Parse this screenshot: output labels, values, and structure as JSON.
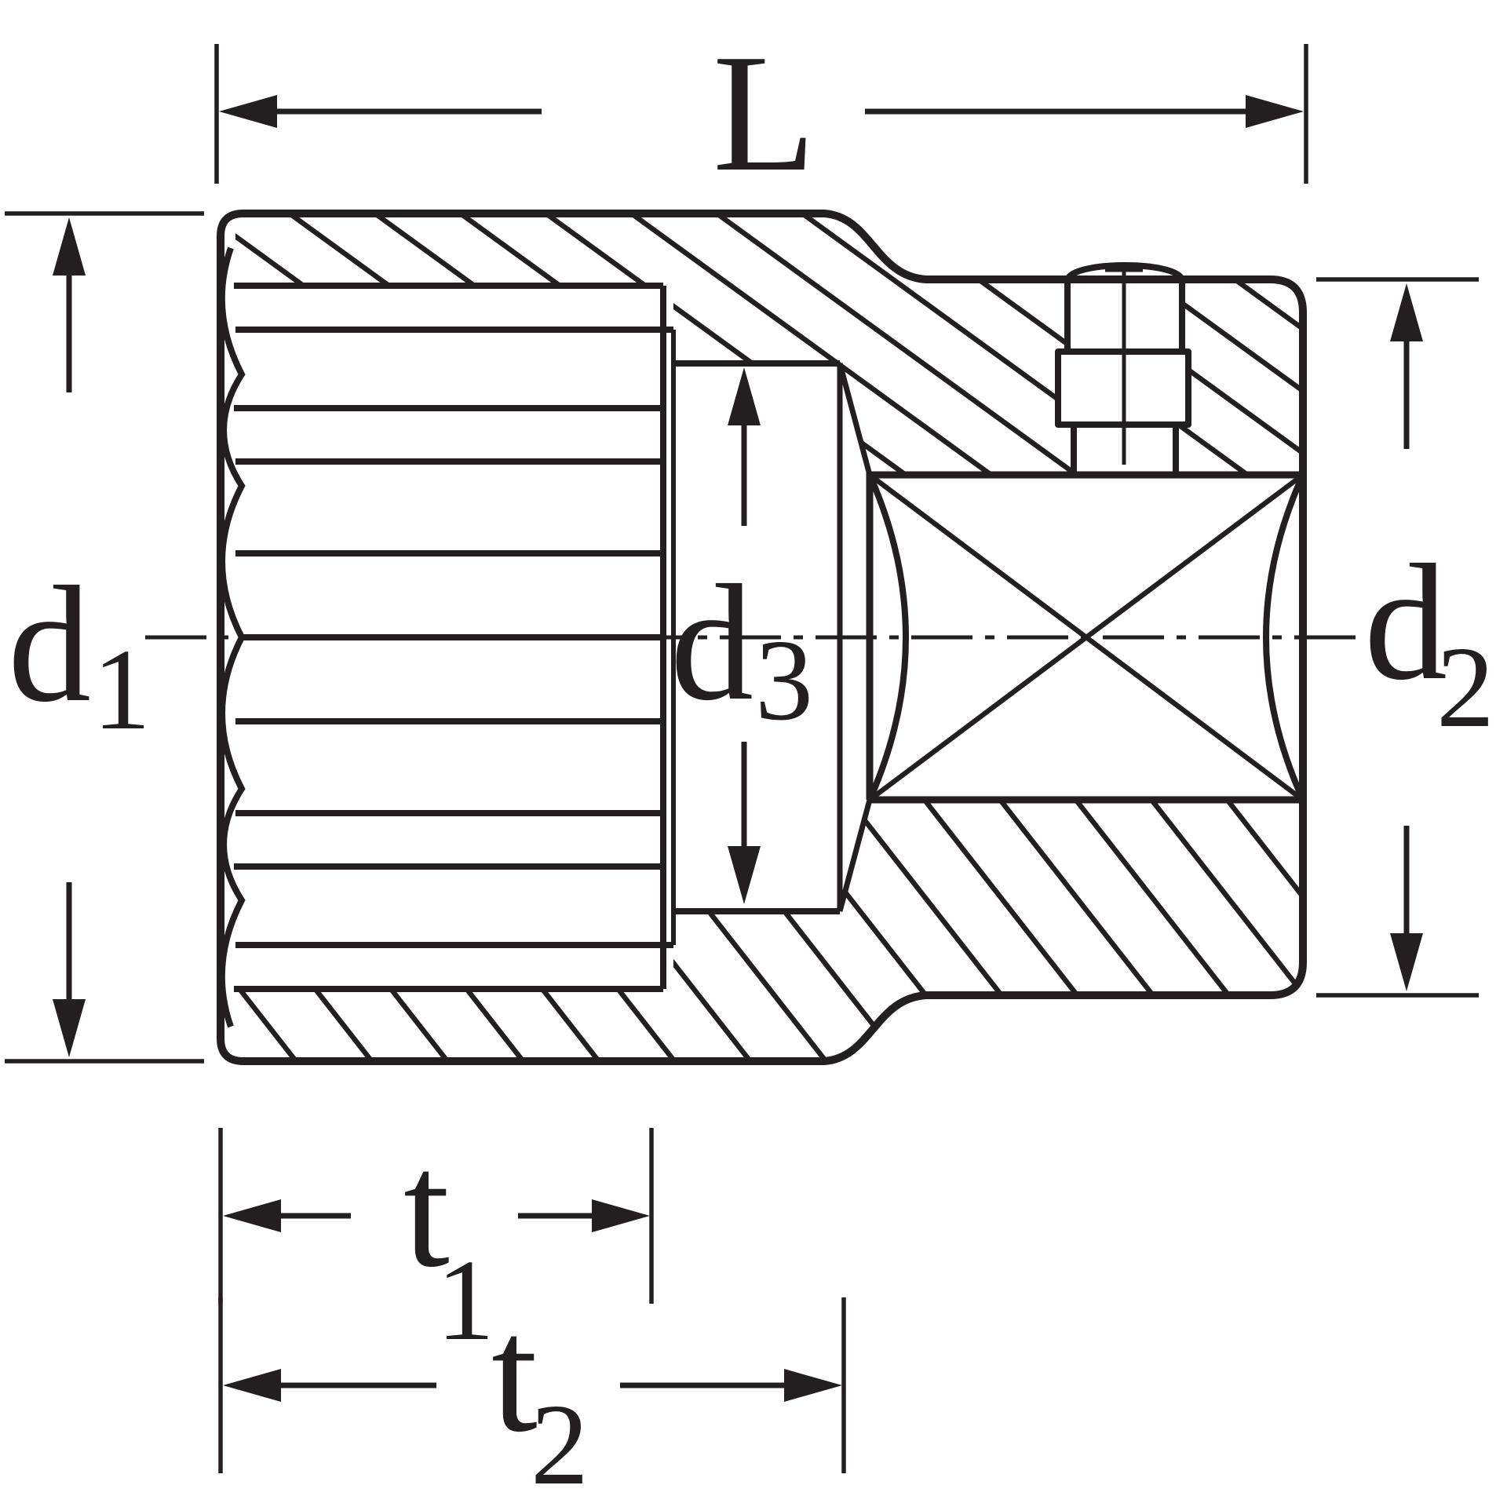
{
  "diagram": {
    "title": "socket-cross-section-dimension-drawing",
    "colors": {
      "ink": "#231f20",
      "background": "#ffffff"
    },
    "labels": {
      "length": {
        "base": "L"
      },
      "d1": {
        "base": "d",
        "sub": "1"
      },
      "d2": {
        "base": "d",
        "sub": "2"
      },
      "d3": {
        "base": "d",
        "sub": "3"
      },
      "t1": {
        "base": "t",
        "sub": "1"
      },
      "t2": {
        "base": "t",
        "sub": "2"
      }
    }
  }
}
